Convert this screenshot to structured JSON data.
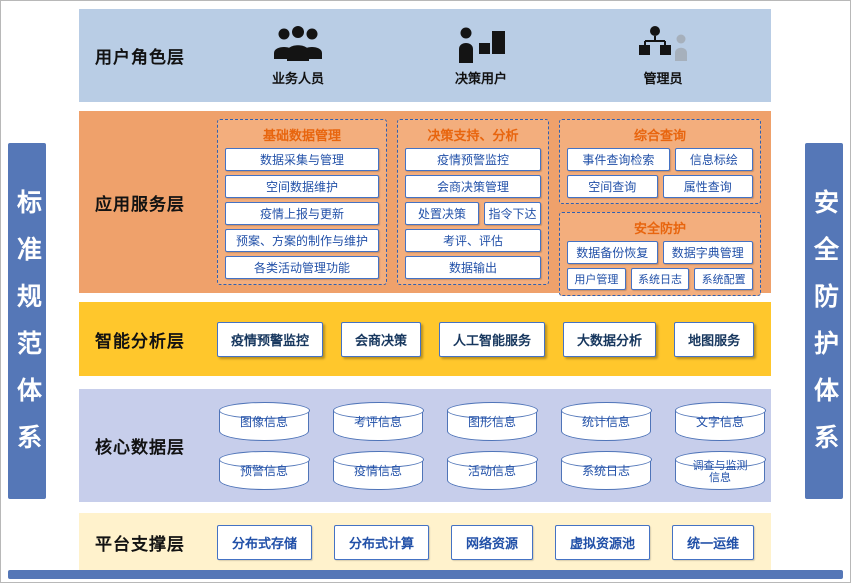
{
  "frame": {
    "left_sidebar": "标准规范体系",
    "right_sidebar": "安全防护体系"
  },
  "user_layer": {
    "title": "用户角色层",
    "roles": [
      {
        "label": "业务人员",
        "icon": "business-users-icon"
      },
      {
        "label": "决策用户",
        "icon": "decision-user-icon"
      },
      {
        "label": "管理员",
        "icon": "admin-orgchart-icon"
      }
    ]
  },
  "app_layer": {
    "title": "应用服务层",
    "basic_data": {
      "title": "基础数据管理",
      "items": [
        "数据采集与管理",
        "空间数据维护",
        "疫情上报与更新",
        "预案、方案的制作与维护",
        "各类活动管理功能"
      ]
    },
    "decision": {
      "title": "决策支持、分析",
      "items": [
        "疫情预警监控",
        "会商决策管理",
        "处置决策",
        "指令下达",
        "考评、评估",
        "数据输出"
      ]
    },
    "query": {
      "title": "综合查询",
      "items": [
        "事件查询检索",
        "信息标绘",
        "空间查询",
        "属性查询"
      ]
    },
    "security": {
      "title": "安全防护",
      "items": [
        "数据备份恢复",
        "数据字典管理",
        "用户管理",
        "系统日志",
        "系统配置"
      ]
    }
  },
  "analysis_layer": {
    "title": "智能分析层",
    "items": [
      "疫情预警监控",
      "会商决策",
      "人工智能服务",
      "大数据分析",
      "地图服务"
    ]
  },
  "data_layer": {
    "title": "核心数据层",
    "row1": [
      "图像信息",
      "考评信息",
      "图形信息",
      "统计信息",
      "文字信息"
    ],
    "row2": [
      "预警信息",
      "疫情信息",
      "活动信息",
      "系统日志",
      "调查与监测信息"
    ]
  },
  "platform_layer": {
    "title": "平台支撑层",
    "items": [
      "分布式存储",
      "分布式计算",
      "网络资源",
      "虚拟资源池",
      "统一运维"
    ]
  },
  "colors": {
    "sidebar_bg": "#5577B7",
    "user_layer_bg": "#B9CDE5",
    "app_layer_bg": "#EFA16B",
    "analysis_layer_bg": "#FFC72C",
    "data_layer_bg": "#C7CEEB",
    "platform_layer_bg": "#FFF2CC",
    "box_border": "#4472C4",
    "box_text": "#2150A8",
    "panel_title_text": "#E8650E"
  }
}
